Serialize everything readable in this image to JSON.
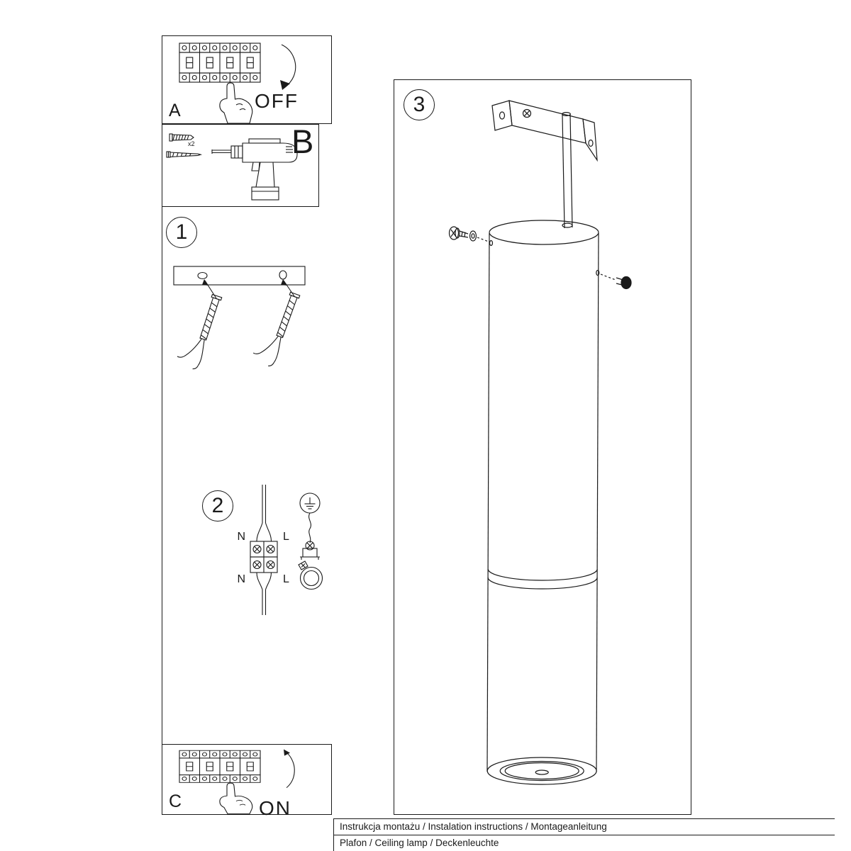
{
  "colors": {
    "ink": "#1a1a1a",
    "background": "#ffffff"
  },
  "panel_a": {
    "label": "A",
    "state_label": "OFF"
  },
  "panel_b": {
    "label": "B",
    "quantity_label": "x2"
  },
  "step_1": {
    "number": "1"
  },
  "step_2": {
    "number": "2",
    "labels": {
      "n_top": "N",
      "l_top": "L",
      "n_bottom": "N",
      "l_bottom": "L"
    }
  },
  "step_3": {
    "number": "3"
  },
  "panel_c": {
    "label": "C",
    "state_label": "ON"
  },
  "footer": {
    "line_1": "Instrukcja montażu / Instalation instructions / Montageanleitung",
    "line_2": "Plafon / Ceiling lamp / Deckenleuchte"
  }
}
